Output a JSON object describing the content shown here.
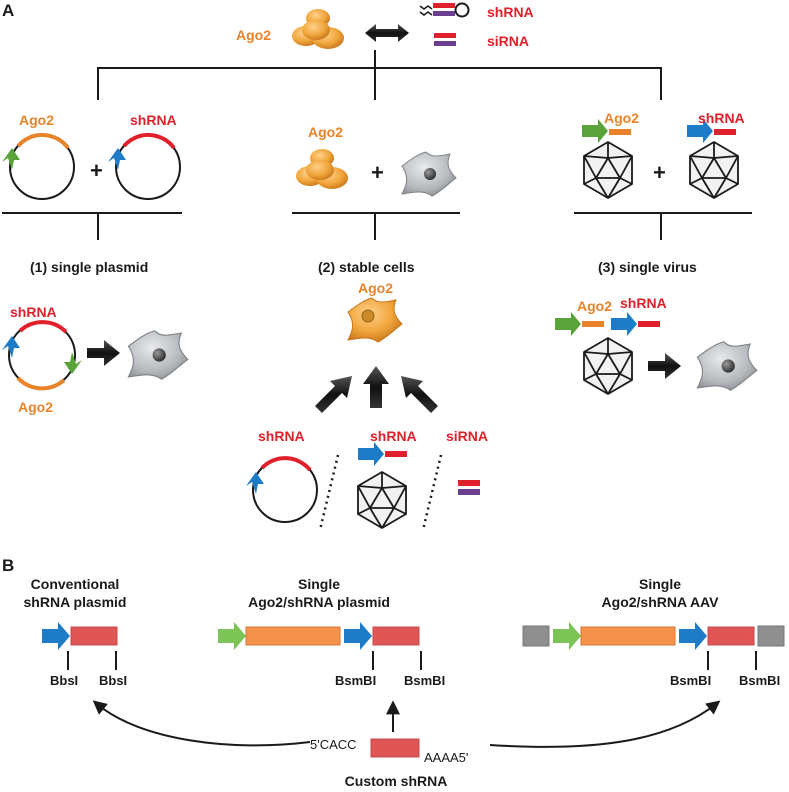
{
  "panel_a": {
    "letter": "A",
    "ago2": "Ago2",
    "shrna": "shRNA",
    "sirna": "siRNA",
    "plus": "+",
    "opt1": "(1) single plasmid",
    "opt2": "(2) stable cells",
    "opt3": "(3) single virus"
  },
  "panel_b": {
    "letter": "B",
    "conv_l1": "Conventional",
    "conv_l2": "shRNA plasmid",
    "sp_l1": "Single",
    "sp_l2": "Ago2/shRNA plasmid",
    "aav_l1": "Single",
    "aav_l2": "Ago2/shRNA AAV",
    "bbsi": "BbsI",
    "bsmbi": "BsmBI",
    "cacc": "5'CACC",
    "aaaa": "AAAA5'",
    "custom": "Custom shRNA"
  },
  "colors": {
    "orange": "#e8832a",
    "red": "#e0202a",
    "blue": "#1e7bc8",
    "green": "#5aa33a",
    "purple": "#6a3f8f",
    "bar_red": "#e05555",
    "bar_orange": "#f4914a",
    "gray": "#8f8f8f",
    "cell": "#b4b8bc"
  }
}
